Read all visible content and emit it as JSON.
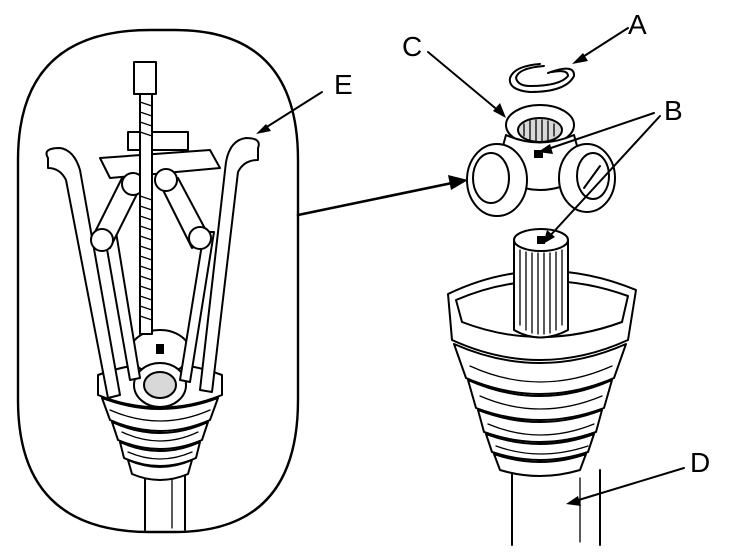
{
  "callouts": {
    "a": "A",
    "b": "B",
    "c": "C",
    "d": "D",
    "e": "E"
  },
  "colors": {
    "ink": "#000000",
    "shade": "#d8d8d8",
    "paper": "#ffffff"
  }
}
